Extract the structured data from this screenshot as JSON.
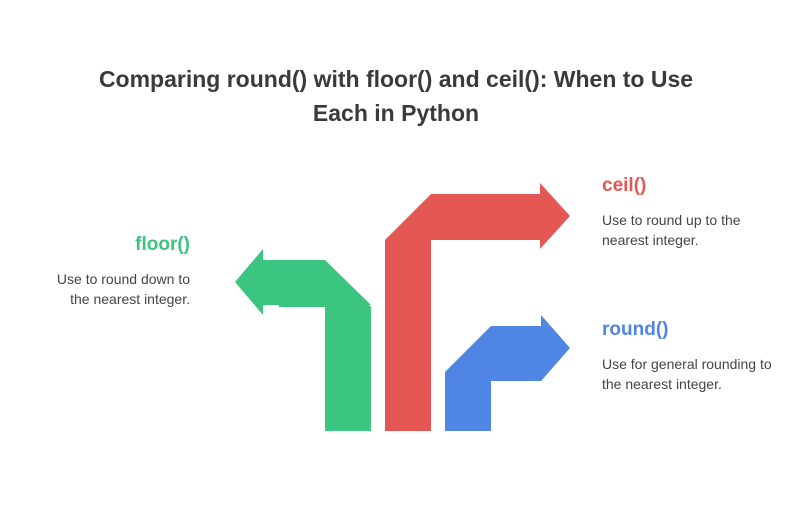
{
  "title": "Comparing round() with floor() and ceil(): When to Use Each in Python",
  "colors": {
    "floor": "#3cc481",
    "ceil": "#e55753",
    "round": "#4f86e6",
    "title_text": "#3a3a3a",
    "body_text": "#444444"
  },
  "items": [
    {
      "key": "floor",
      "name": "floor()",
      "description": "Use to round down to the nearest integer.",
      "arrow_direction": "left"
    },
    {
      "key": "ceil",
      "name": "ceil()",
      "description": "Use to round up to the nearest integer.",
      "arrow_direction": "right"
    },
    {
      "key": "round",
      "name": "round()",
      "description": "Use for general rounding to the nearest integer.",
      "arrow_direction": "right"
    }
  ]
}
